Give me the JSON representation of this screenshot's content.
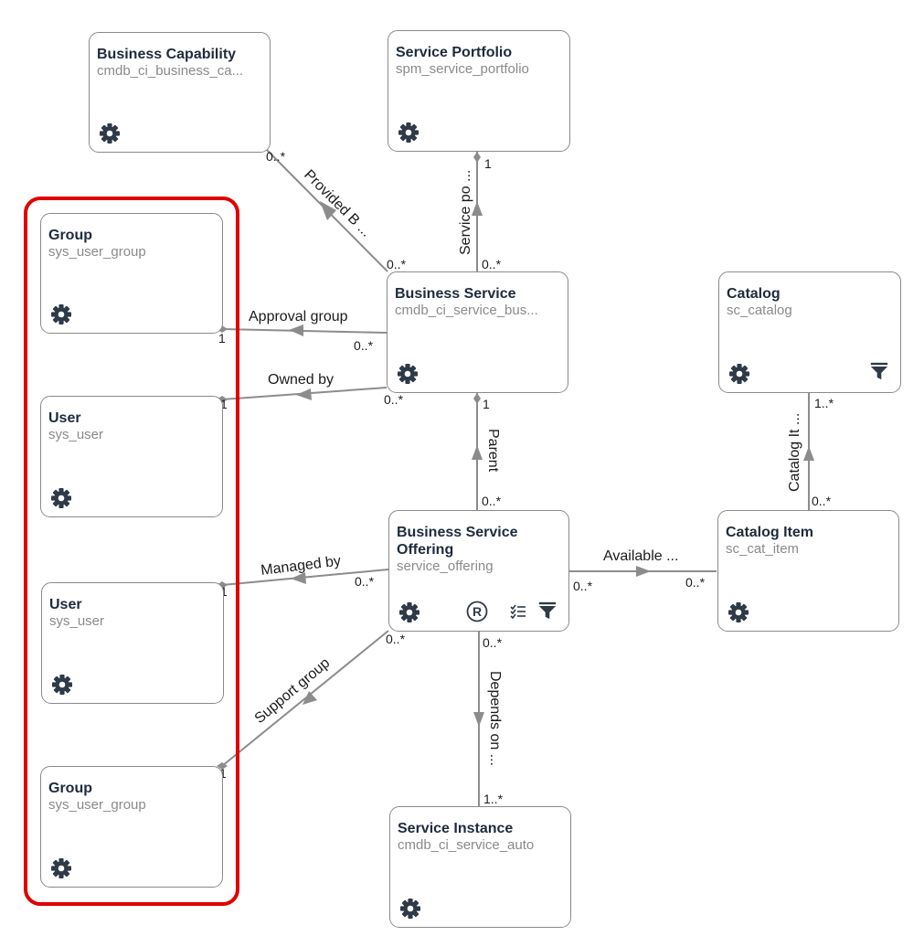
{
  "nodes": {
    "business_capability": {
      "title": "Business Capability",
      "table": "cmdb_ci_business_ca..."
    },
    "service_portfolio": {
      "title": "Service Portfolio",
      "table": "spm_service_portfolio"
    },
    "group_top": {
      "title": "Group",
      "table": "sys_user_group"
    },
    "user_top": {
      "title": "User",
      "table": "sys_user"
    },
    "user_bottom": {
      "title": "User",
      "table": "sys_user"
    },
    "group_bottom": {
      "title": "Group",
      "table": "sys_user_group"
    },
    "business_service": {
      "title": "Business Service",
      "table": "cmdb_ci_service_bus..."
    },
    "catalog": {
      "title": "Catalog",
      "table": "sc_catalog"
    },
    "business_service_offering": {
      "title": "Business Service Offering",
      "table": "service_offering"
    },
    "catalog_item": {
      "title": "Catalog Item",
      "table": "sc_cat_item"
    },
    "service_instance": {
      "title": "Service Instance",
      "table": "cmdb_ci_service_auto"
    }
  },
  "edges": {
    "provided_by": {
      "label": "Provided B ...",
      "from_mult": "0..*",
      "to_mult": "0..*"
    },
    "service_portfolio": {
      "label": "Service po ...",
      "from_mult": "0..*",
      "to_mult": "1"
    },
    "approval_group": {
      "label": "Approval group",
      "from_mult": "0..*",
      "to_mult": "1"
    },
    "owned_by": {
      "label": "Owned by",
      "from_mult": "0..*",
      "to_mult": "1"
    },
    "parent": {
      "label": "Parent",
      "from_mult": "0..*",
      "to_mult": "1"
    },
    "managed_by": {
      "label": "Managed by",
      "from_mult": "0..*",
      "to_mult": "1"
    },
    "support_group": {
      "label": "Support group",
      "from_mult": "0..*",
      "to_mult": "1"
    },
    "available": {
      "label": "Available ...",
      "from_mult": "0..*",
      "to_mult": "0..*"
    },
    "catalog_it": {
      "label": "Catalog It ...",
      "from_mult": "0..*",
      "to_mult": "1..*"
    },
    "depends_on": {
      "label": "Depends on ...",
      "from_mult": "0..*",
      "to_mult": "1..*"
    }
  },
  "icons": {
    "gear": "gear-icon",
    "funnel": "filter-funnel-icon",
    "registered": "registered-r-icon",
    "list": "checklist-icon"
  },
  "colors": {
    "highlight": "#e00000",
    "edge": "#8c8c8c",
    "node_border": "#8a8a8a",
    "title": "#1e2b3c",
    "subtitle": "#8a8a8a",
    "icon": "#2f3a48"
  }
}
